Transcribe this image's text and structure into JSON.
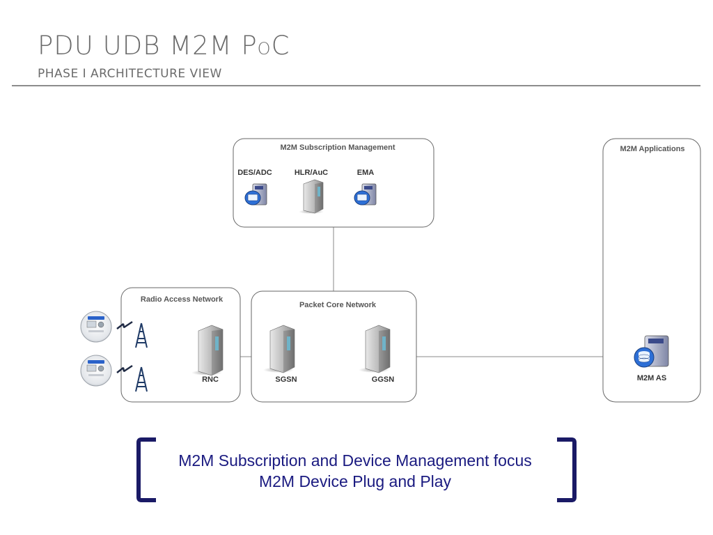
{
  "header": {
    "title_main": "PDU UDB M2M P",
    "title_o": "O",
    "title_end": "C",
    "subtitle": "PHASE I ARCHITECTURE VIEW"
  },
  "boxes": {
    "subscription": "M2M Subscription Management",
    "applications": "M2M Applications",
    "ran": "Radio Access Network",
    "core": "Packet Core Network"
  },
  "nodes": {
    "des_adc": "DES/ADC",
    "hlr_auc": "HLR/AuC",
    "ema": "EMA",
    "rnc": "RNC",
    "sgsn": "SGSN",
    "ggsn": "GGSN",
    "m2m_as": "M2M AS"
  },
  "focus": {
    "line1": "M2M Subscription and Device Management focus",
    "line2": "M2M Device Plug and Play"
  },
  "colors": {
    "bracket": "#1a1a66",
    "focus_text": "#1a1a80",
    "box_border": "#666666"
  }
}
